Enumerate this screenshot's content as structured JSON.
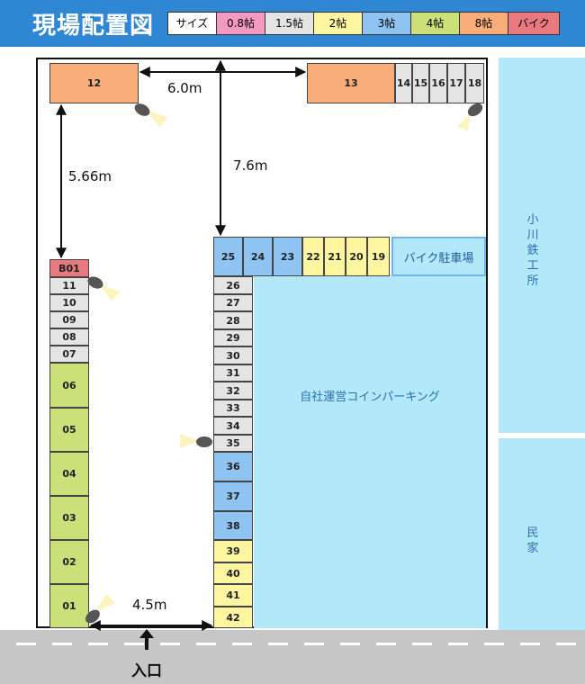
{
  "title": "現場配置図",
  "legend": [
    {
      "label": "サイズ",
      "color": "#ffffff"
    },
    {
      "label": "0.8帖",
      "color": "#f39ac0"
    },
    {
      "label": "1.5帖",
      "color": "#e4e4e4"
    },
    {
      "label": "2帖",
      "color": "#fdf5a0"
    },
    {
      "label": "3帖",
      "color": "#8fc3f2"
    },
    {
      "label": "4帖",
      "color": "#cce07a"
    },
    {
      "label": "8帖",
      "color": "#f9ae7a"
    },
    {
      "label": "バイク",
      "color": "#e8797f"
    }
  ],
  "spaces": {
    "s12": "12",
    "s13": "13",
    "s14": "14",
    "s15": "15",
    "s16": "16",
    "s17": "17",
    "s18": "18",
    "sB01": "B01",
    "s11": "11",
    "s10": "10",
    "s09": "09",
    "s08": "08",
    "s07": "07",
    "s06": "06",
    "s05": "05",
    "s04": "04",
    "s03": "03",
    "s02": "02",
    "s01": "01",
    "s25": "25",
    "s24": "24",
    "s23": "23",
    "s22": "22",
    "s21": "21",
    "s20": "20",
    "s19": "19",
    "s26": "26",
    "s27": "27",
    "s28": "28",
    "s29": "29",
    "s30": "30",
    "s31": "31",
    "s32": "32",
    "s33": "33",
    "s34": "34",
    "s35": "35",
    "s36": "36",
    "s37": "37",
    "s38": "38",
    "s39": "39",
    "s40": "40",
    "s41": "41",
    "s42": "42"
  },
  "labels": {
    "bike_parking": "バイク駐車場",
    "coin_parking": "自社運営コインパーキング",
    "neighbor_factory": "小川鉄工所",
    "neighbor_house": "民家",
    "entrance": "入口"
  },
  "dimensions": {
    "top_gap": "6.0m",
    "center_vertical": "7.6m",
    "left_vertical": "5.66m",
    "bottom_gap": "4.5m"
  }
}
